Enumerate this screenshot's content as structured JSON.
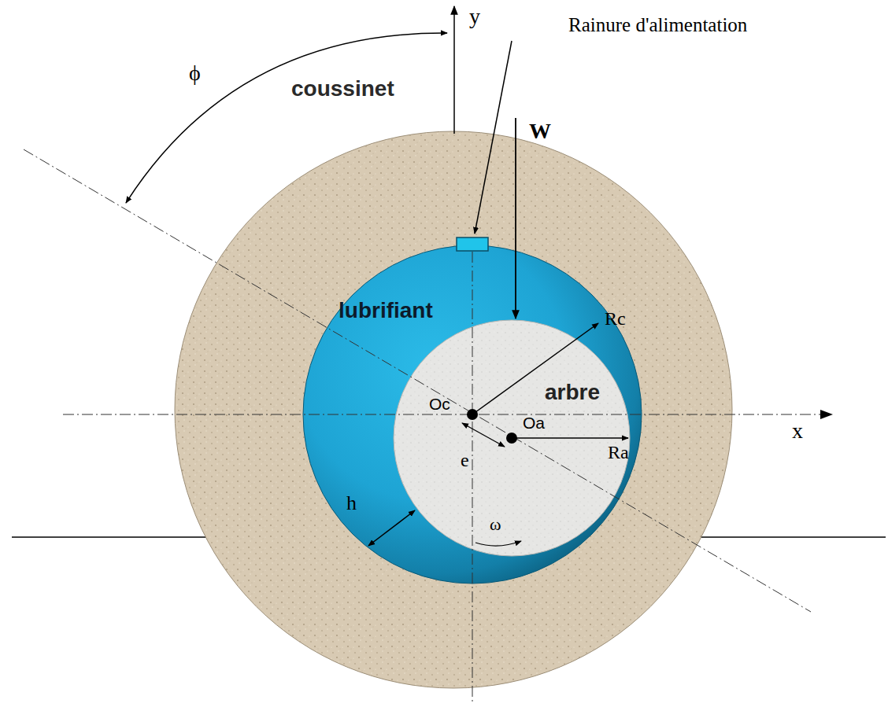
{
  "diagram": {
    "labels": [
      "y",
      "x",
      "ϕ",
      "Rainure d'alimentation",
      "W",
      "coussinet",
      "lubrifiant",
      "arbre",
      "Oc",
      "Oa",
      "Rc",
      "Ra",
      "e",
      "h",
      "ω"
    ]
  }
}
